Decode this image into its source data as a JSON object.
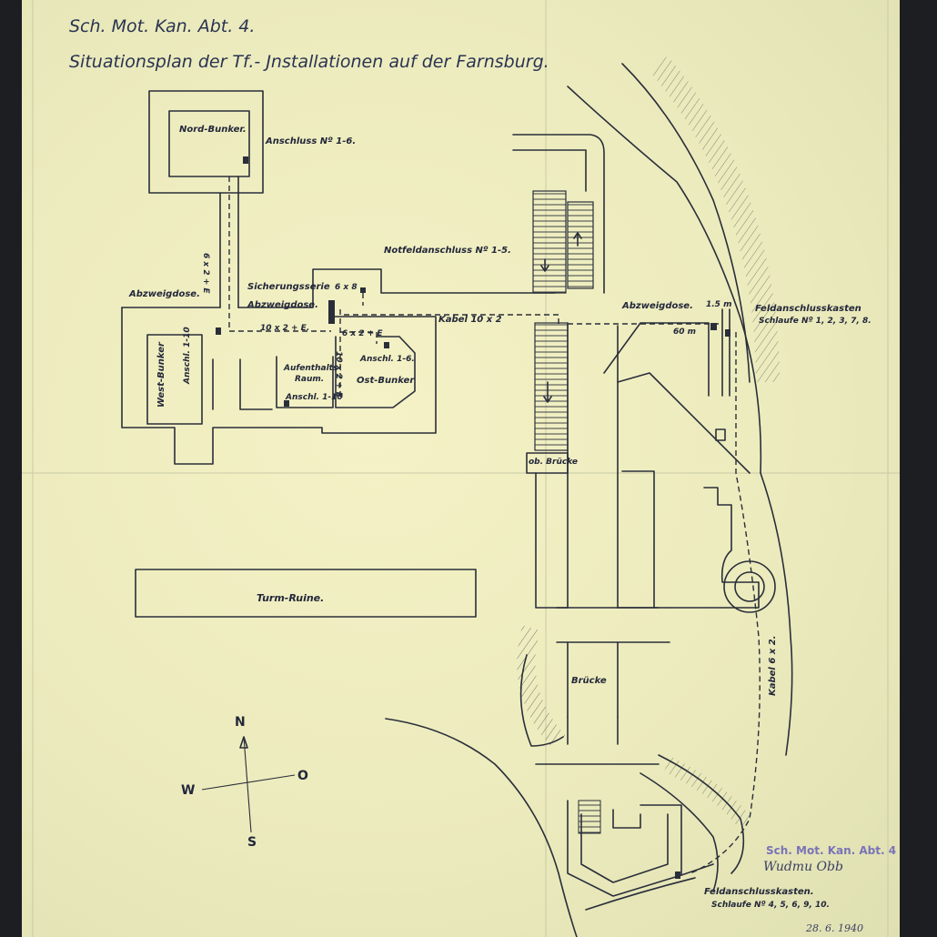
{
  "header": {
    "line1": "Sch. Mot. Kan. Abt. 4.",
    "line2": "Situationsplan der Tf.- Jnstallationen auf der Farnsburg."
  },
  "labels": {
    "nord_bunker": "Nord-Bunker.",
    "anschluss_1_6": "Anschluss Nº 1-6.",
    "cable_6x2_e": "6 x 2 + E",
    "notfeldanschluss": "Notfeldanschluss Nº 1-5.",
    "sicherungsserie": "Sicherungsserie",
    "abzweigdose_a": "Abzweigdose.",
    "abzweigdose_b": "Abzweigdose.",
    "abzweigdose_c": "Abzweigdose.",
    "cable_6x8": "6 x 8",
    "cable_6x2_e_b": "6 x 2 + E",
    "cable_10x2_e": "10 x 2 + E.",
    "kabel_10x2": "Kabel 10 x 2",
    "west_bunker": "West-Bunker",
    "anschl_1_10_west": "Anschl. 1-10",
    "aufenthalts_raum_1": "Aufenthalts-",
    "aufenthalts_raum_2": "Raum.",
    "anschl_1_10": "Anschl. 1-10",
    "cable_10x2_e_v": "10 x 2 + E",
    "anschl_1_6": "Anschl. 1-6.",
    "ost_bunker": "Ost-Bunker",
    "ob_bruecke": "ob. Brücke",
    "dim_1_5": "1.5 m",
    "dim_60": "60 m",
    "feldanschlusskasten_1": "Feldanschlusskasten",
    "schlaufe_1": "Schlaufe Nº 1, 2, 3, 7, 8.",
    "turm_ruine": "Turm-Ruine.",
    "bruecke": "Brücke",
    "kabel_6x2": "Kabel 6 x 2.",
    "feldanschlusskasten_2": "Feldanschlusskasten.",
    "schlaufe_2": "Schlaufe Nº 4, 5, 6, 9, 10."
  },
  "compass": {
    "n": "N",
    "s": "S",
    "w": "W",
    "o": "O"
  },
  "stamp": {
    "text": "Sch. Mot. Kan. Abt. 4",
    "signature": "Wudmu Obb",
    "date": "28. 6. 1940"
  },
  "colors": {
    "paper": "#ecebbd",
    "ink": "#2a2e3a",
    "stamp": "#7a73b8",
    "background": "#1c1e22"
  }
}
